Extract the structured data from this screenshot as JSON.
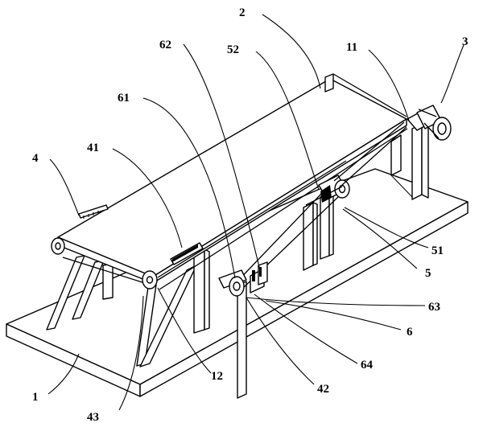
{
  "figure": {
    "labels": [
      {
        "id": "l2",
        "text": "2"
      },
      {
        "id": "l3",
        "text": "3"
      },
      {
        "id": "l11",
        "text": "11"
      },
      {
        "id": "l52",
        "text": "52"
      },
      {
        "id": "l62",
        "text": "62"
      },
      {
        "id": "l61",
        "text": "61"
      },
      {
        "id": "l41",
        "text": "41"
      },
      {
        "id": "l4",
        "text": "4"
      },
      {
        "id": "l51",
        "text": "51"
      },
      {
        "id": "l5",
        "text": "5"
      },
      {
        "id": "l63",
        "text": "63"
      },
      {
        "id": "l6",
        "text": "6"
      },
      {
        "id": "l64",
        "text": "64"
      },
      {
        "id": "l42",
        "text": "42"
      },
      {
        "id": "l12",
        "text": "12"
      },
      {
        "id": "l1",
        "text": "1"
      },
      {
        "id": "l43",
        "text": "43"
      }
    ]
  }
}
